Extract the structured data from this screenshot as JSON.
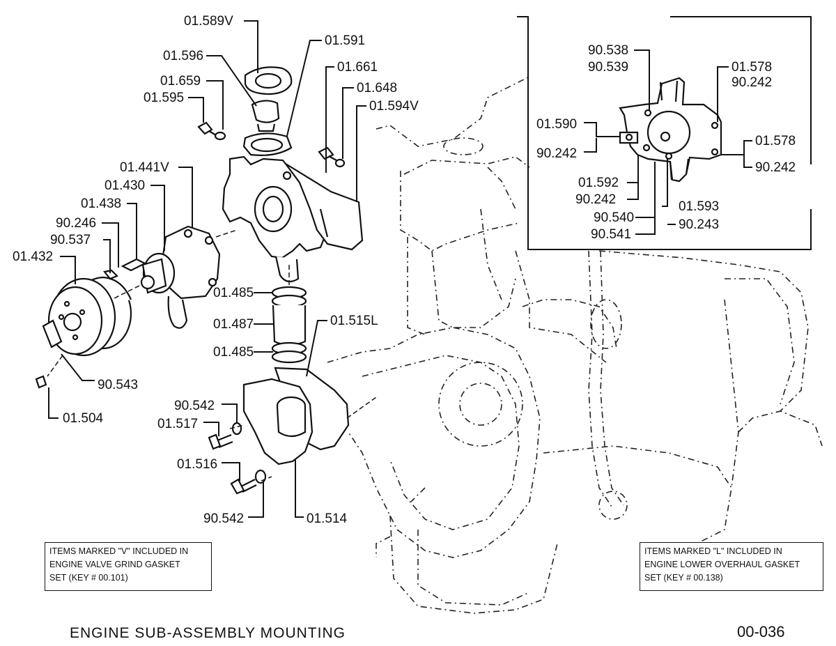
{
  "labels": {
    "l01589V": "01.589V",
    "l01591": "01.591",
    "l01596": "01.596",
    "l01661": "01.661",
    "l01659": "01.659",
    "l01648": "01.648",
    "l01595": "01.595",
    "l01594V": "01.594V",
    "l01441V": "01.441V",
    "l01430": "01.430",
    "l01438": "01.438",
    "l90246": "90.246",
    "l90537": "90.537",
    "l01432": "01.432",
    "l01485a": "01.485",
    "l01487": "01.487",
    "l01485b": "01.485",
    "l01515L": "01.515L",
    "l90543": "90.543",
    "l01504": "01.504",
    "l90542a": "90.542",
    "l01517": "01.517",
    "l01516": "01.516",
    "l90542b": "90.542",
    "l01514": "01.514"
  },
  "inset": {
    "l90538": "90.538",
    "l90539": "90.539",
    "l01578a": "01.578",
    "l90242a": "90.242",
    "l01590": "01.590",
    "l90242b": "90.242",
    "l01578b": "01.578",
    "l90242c": "90.242",
    "l01592": "01.592",
    "l90242d": "90.242",
    "l01593": "01.593",
    "l90540": "90.540",
    "l90243": "90.243",
    "l90541": "90.541"
  },
  "notes": {
    "v_lines": [
      "ITEMS MARKED \"V\" INCLUDED IN",
      "ENGINE VALVE GRIND GASKET",
      "SET  (KEY #  00.101)"
    ],
    "l_lines": [
      "ITEMS MARKED \"L\" INCLUDED IN",
      "ENGINE LOWER OVERHAUL GASKET",
      "SET (KEY #  00.138)"
    ]
  },
  "footer": {
    "title": "ENGINE  SUB-ASSEMBLY  MOUNTING",
    "sheet": "00-036"
  }
}
